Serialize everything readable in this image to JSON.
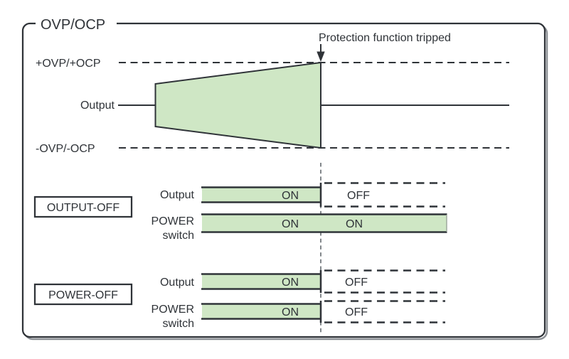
{
  "panel": {
    "title": "OVP/OCP"
  },
  "colors": {
    "line": "#2f3338",
    "fill_green": "#cfe7c5",
    "dashed_guide": "#6d7277",
    "background": "#ffffff"
  },
  "waveform": {
    "annotation": "Protection function tripped",
    "upper_limit_label": "+OVP/+OCP",
    "source_label": "Output",
    "lower_limit_label": "-OVP/-OCP"
  },
  "timing": {
    "sections": [
      {
        "label": "OUTPUT-OFF",
        "rows": [
          {
            "signal_lines": [
              "Output"
            ],
            "before": "ON",
            "after": "OFF",
            "after_state": "off"
          },
          {
            "signal_lines": [
              "POWER",
              "switch"
            ],
            "before": "ON",
            "after": "ON",
            "after_state": "on"
          }
        ]
      },
      {
        "label": "POWER-OFF",
        "rows": [
          {
            "signal_lines": [
              "Output"
            ],
            "before": "ON",
            "after": "OFF",
            "after_state": "off"
          },
          {
            "signal_lines": [
              "POWER",
              "switch"
            ],
            "before": "ON",
            "after": "OFF",
            "after_state": "off"
          }
        ]
      }
    ]
  }
}
